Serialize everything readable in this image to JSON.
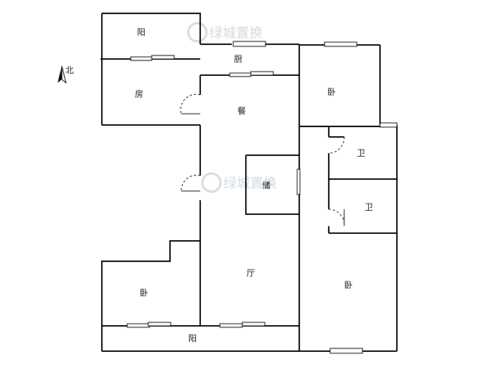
{
  "compass": {
    "label": "北"
  },
  "watermark": {
    "text": "绿城置换"
  },
  "rooms": {
    "balcony_top": "阳",
    "kitchen": "厨",
    "room_left": "房",
    "dining": "餐",
    "bedroom_top_right": "卧",
    "bath_upper": "卫",
    "storage": "储",
    "bath_lower": "卫",
    "living": "厅",
    "bedroom_bottom_left": "卧",
    "bedroom_bottom_right": "卧",
    "balcony_bottom": "阳"
  }
}
